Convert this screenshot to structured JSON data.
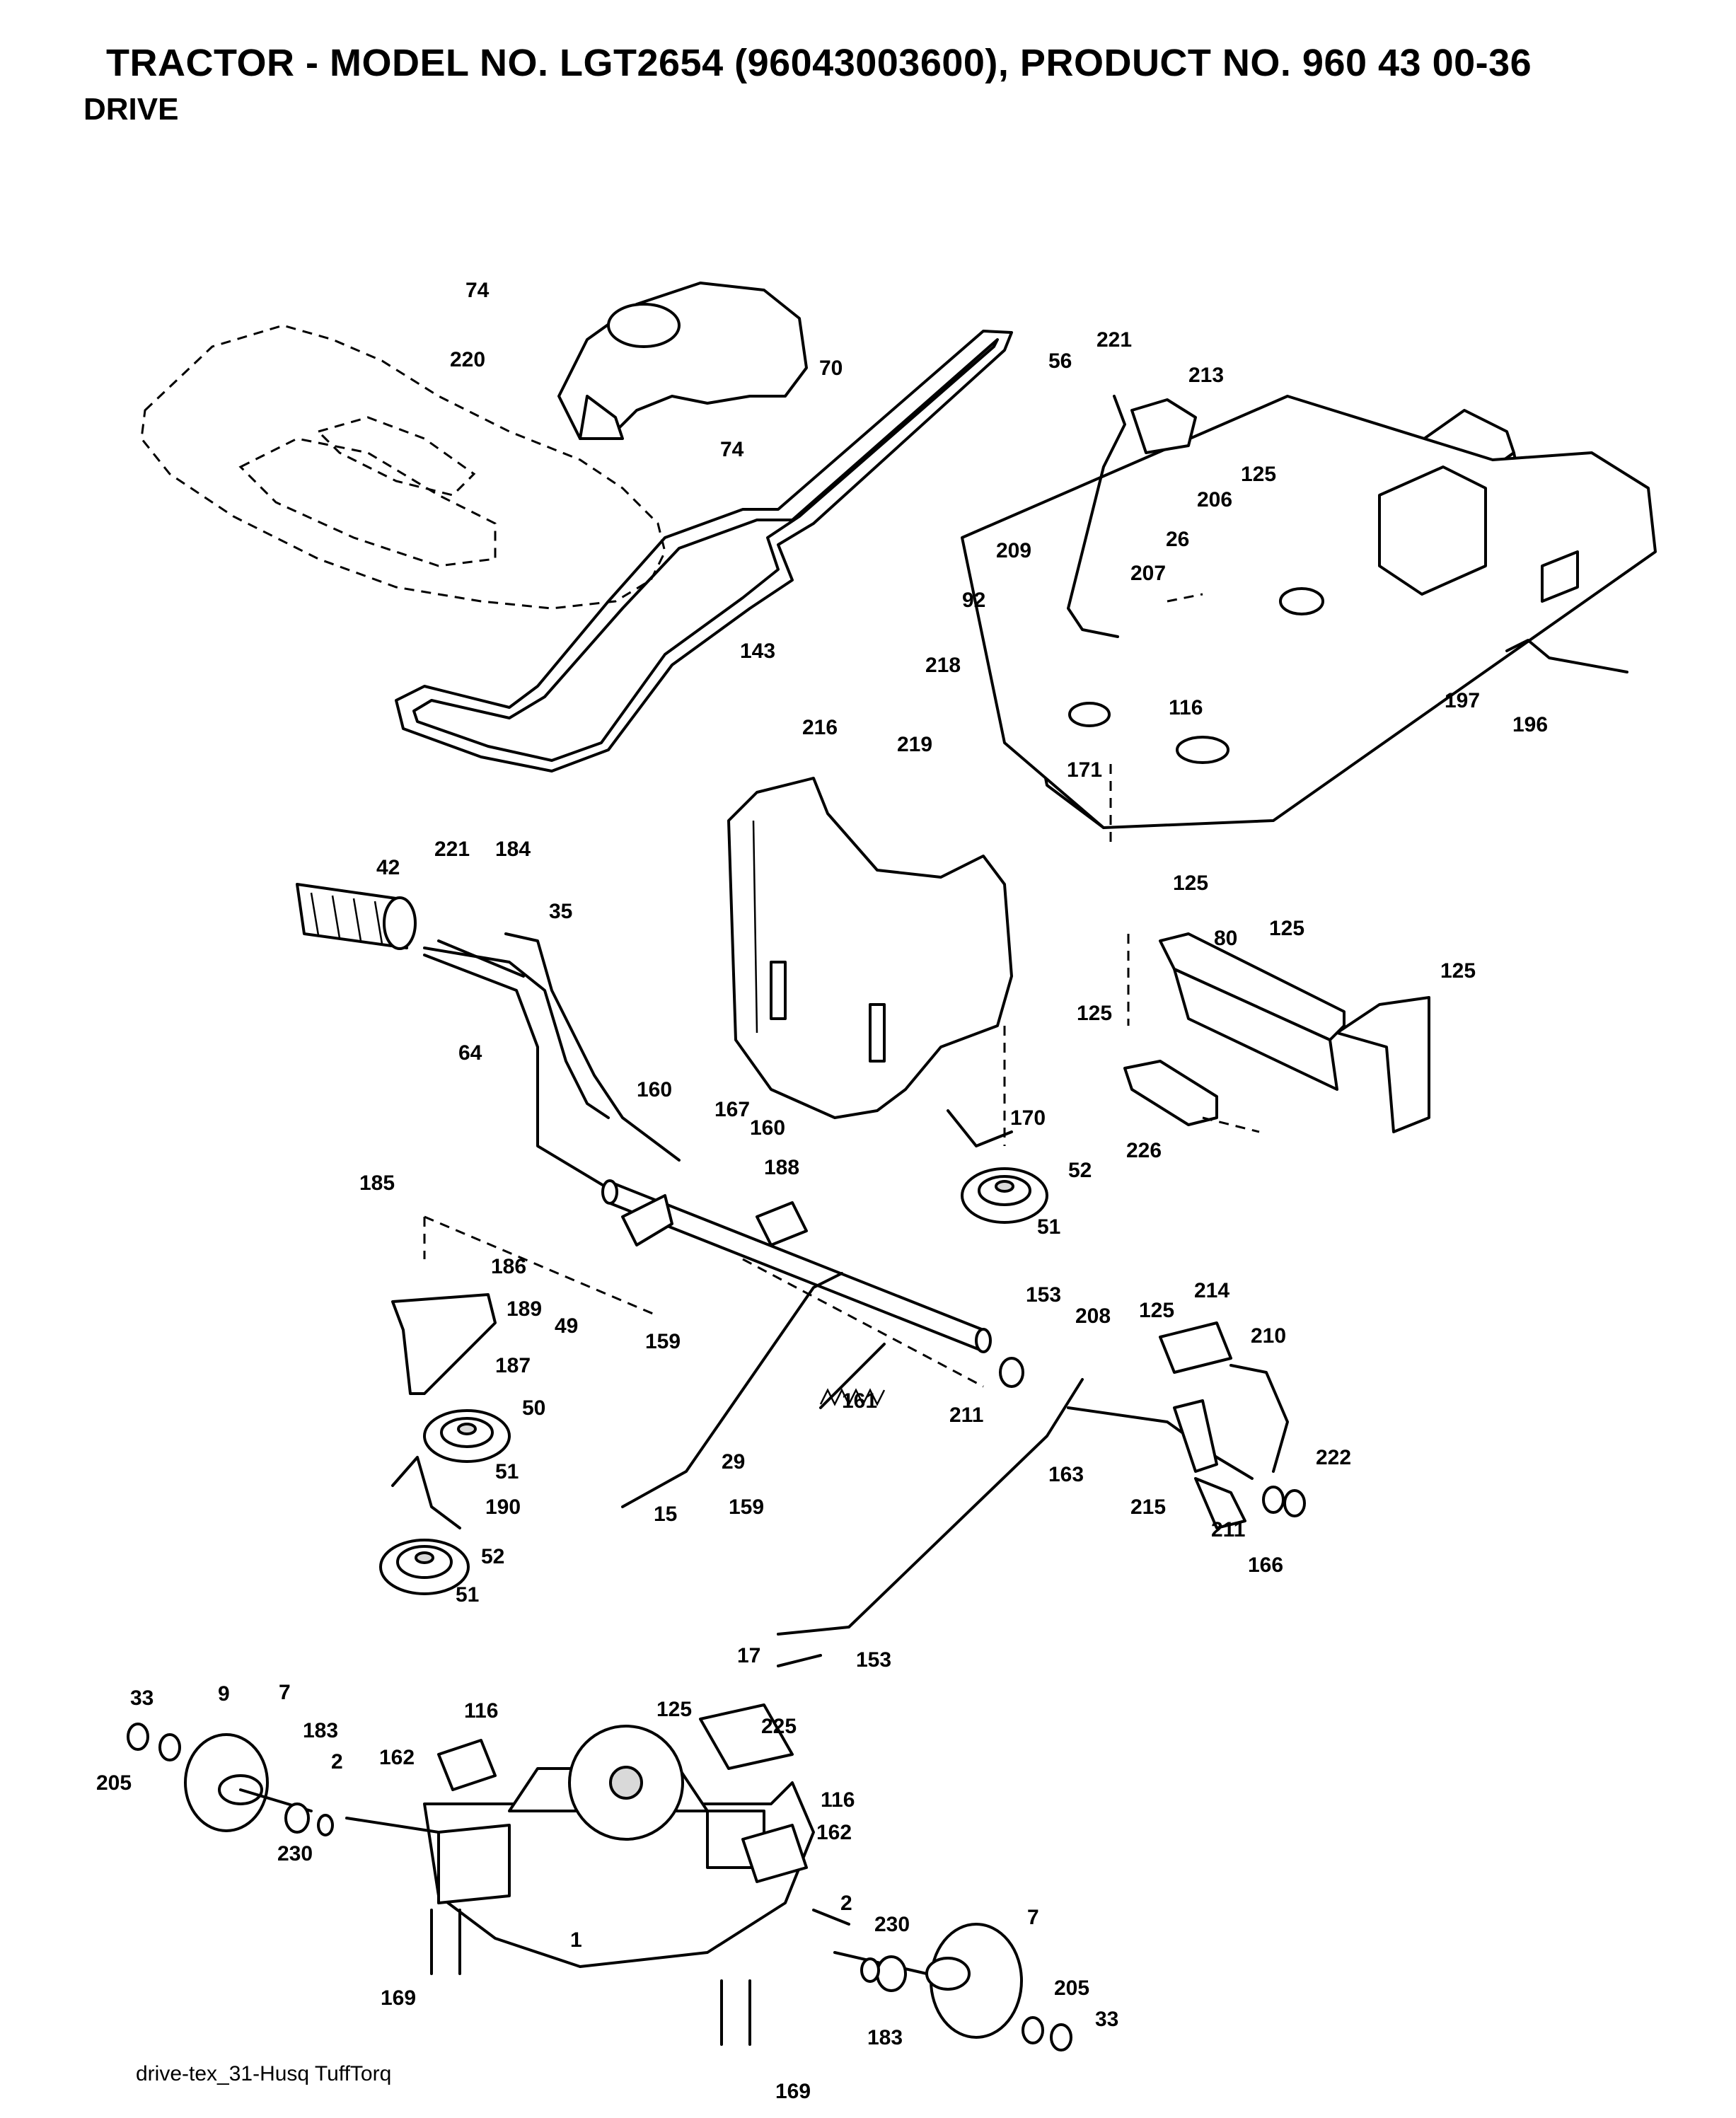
{
  "header": {
    "title": "TRACTOR - MODEL NO. LGT2654 (96043003600), PRODUCT NO. 960 43 00-36",
    "section": "DRIVE"
  },
  "footer": {
    "drawing_ref": "drive-tex_31-Husq TuffTorq"
  },
  "callouts": [
    {
      "label": "74"
    },
    {
      "label": "220"
    },
    {
      "label": "70"
    },
    {
      "label": "74"
    },
    {
      "label": "56"
    },
    {
      "label": "221"
    },
    {
      "label": "213"
    },
    {
      "label": "125"
    },
    {
      "label": "206"
    },
    {
      "label": "26"
    },
    {
      "label": "209"
    },
    {
      "label": "207"
    },
    {
      "label": "92"
    },
    {
      "label": "143"
    },
    {
      "label": "218"
    },
    {
      "label": "216"
    },
    {
      "label": "219"
    },
    {
      "label": "116"
    },
    {
      "label": "171"
    },
    {
      "label": "197"
    },
    {
      "label": "196"
    },
    {
      "label": "221"
    },
    {
      "label": "184"
    },
    {
      "label": "42"
    },
    {
      "label": "35"
    },
    {
      "label": "125"
    },
    {
      "label": "80"
    },
    {
      "label": "125"
    },
    {
      "label": "125"
    },
    {
      "label": "125"
    },
    {
      "label": "64"
    },
    {
      "label": "160"
    },
    {
      "label": "167"
    },
    {
      "label": "160"
    },
    {
      "label": "170"
    },
    {
      "label": "226"
    },
    {
      "label": "185"
    },
    {
      "label": "188"
    },
    {
      "label": "52"
    },
    {
      "label": "51"
    },
    {
      "label": "186"
    },
    {
      "label": "189"
    },
    {
      "label": "49"
    },
    {
      "label": "159"
    },
    {
      "label": "153"
    },
    {
      "label": "208"
    },
    {
      "label": "125"
    },
    {
      "label": "214"
    },
    {
      "label": "210"
    },
    {
      "label": "187"
    },
    {
      "label": "50"
    },
    {
      "label": "161"
    },
    {
      "label": "211"
    },
    {
      "label": "51"
    },
    {
      "label": "190"
    },
    {
      "label": "29"
    },
    {
      "label": "163"
    },
    {
      "label": "222"
    },
    {
      "label": "15"
    },
    {
      "label": "159"
    },
    {
      "label": "215"
    },
    {
      "label": "211"
    },
    {
      "label": "166"
    },
    {
      "label": "52"
    },
    {
      "label": "51"
    },
    {
      "label": "17"
    },
    {
      "label": "153"
    },
    {
      "label": "33"
    },
    {
      "label": "9"
    },
    {
      "label": "7"
    },
    {
      "label": "116"
    },
    {
      "label": "125"
    },
    {
      "label": "225"
    },
    {
      "label": "183"
    },
    {
      "label": "162"
    },
    {
      "label": "205"
    },
    {
      "label": "2"
    },
    {
      "label": "116"
    },
    {
      "label": "162"
    },
    {
      "label": "230"
    },
    {
      "label": "2"
    },
    {
      "label": "230"
    },
    {
      "label": "7"
    },
    {
      "label": "1"
    },
    {
      "label": "169"
    },
    {
      "label": "205"
    },
    {
      "label": "33"
    },
    {
      "label": "183"
    },
    {
      "label": "169"
    }
  ]
}
